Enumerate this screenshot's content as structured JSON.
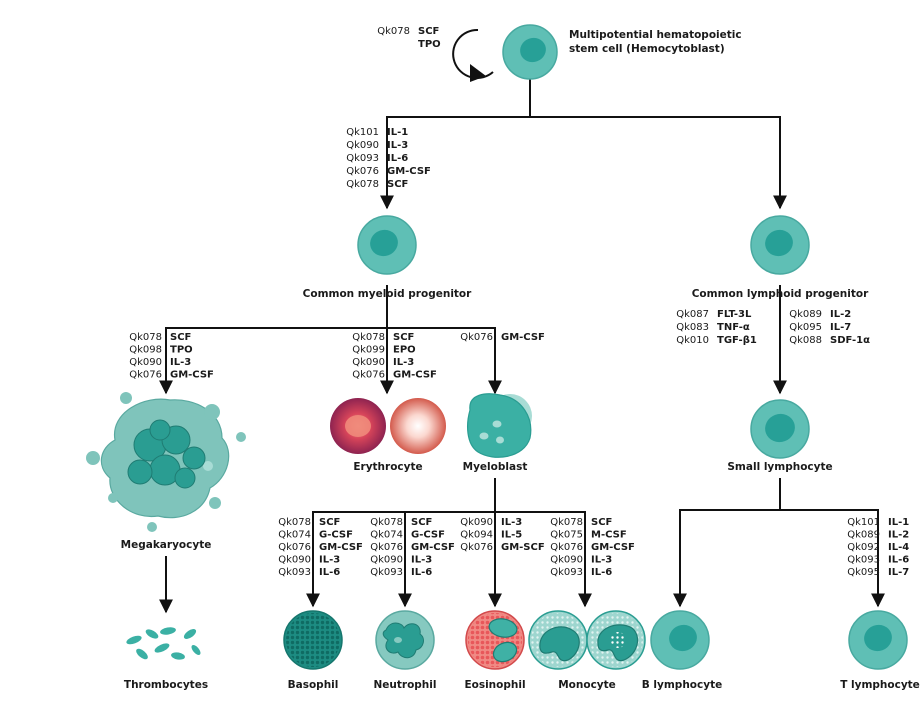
{
  "colors": {
    "cell_body": "#5fbfb5",
    "cell_nucleus": "#27a097",
    "cell_outline": "#48a9a0",
    "mega_body": "#7fc4bb",
    "mega_nucleus": "#2a9d92",
    "myeloblast_body": "#3bb0a4",
    "myeloblast_back": "#a8dcd5",
    "baso_body": "#1d8c82",
    "neutro_body": "#86c9c0",
    "eosino_body": "#3fb1a5",
    "eosino_granule": "#e8575a",
    "mono_body": "#9ed6cf",
    "mono_nucleus": "#2a9d92",
    "rbc_dark": "#b4345b",
    "rbc_light": "#e8816a",
    "line": "#111111"
  },
  "stem": {
    "title_line1": "Multipotential hematopoietic",
    "title_line2": "stem cell (Hemocytoblast)",
    "factors": [
      {
        "code": "Qk078",
        "name": "SCF"
      },
      {
        "code": "",
        "name": "TPO"
      }
    ]
  },
  "stem_to_myeloid_factors": [
    {
      "code": "Qk101",
      "name": "IL-1"
    },
    {
      "code": "Qk090",
      "name": "IL-3"
    },
    {
      "code": "Qk093",
      "name": "IL-6"
    },
    {
      "code": "Qk076",
      "name": "GM-CSF"
    },
    {
      "code": "Qk078",
      "name": "SCF"
    }
  ],
  "myeloid": {
    "label": "Common myeloid progenitor"
  },
  "lymphoid": {
    "label": "Common lymphoid progenitor",
    "factors_left": [
      {
        "code": "Qk087",
        "name": "FLT-3L"
      },
      {
        "code": "Qk083",
        "name": "TNF-α"
      },
      {
        "code": "Qk010",
        "name": "TGF-β1"
      }
    ],
    "factors_right": [
      {
        "code": "Qk089",
        "name": "IL-2"
      },
      {
        "code": "Qk095",
        "name": "IL-7"
      },
      {
        "code": "Qk088",
        "name": "SDF-1α"
      }
    ]
  },
  "mega_factors": [
    {
      "code": "Qk078",
      "name": "SCF"
    },
    {
      "code": "Qk098",
      "name": "TPO"
    },
    {
      "code": "Qk090",
      "name": "IL-3"
    },
    {
      "code": "Qk076",
      "name": "GM-CSF"
    }
  ],
  "ery_factors": [
    {
      "code": "Qk078",
      "name": "SCF"
    },
    {
      "code": "Qk099",
      "name": "EPO"
    },
    {
      "code": "Qk090",
      "name": "IL-3"
    },
    {
      "code": "Qk076",
      "name": "GM-CSF"
    }
  ],
  "myeloblast_factors": [
    {
      "code": "Qk076",
      "name": "GM-CSF"
    }
  ],
  "baso_factors": [
    {
      "code": "Qk078",
      "name": "SCF"
    },
    {
      "code": "Qk074",
      "name": "G-CSF"
    },
    {
      "code": "Qk076",
      "name": "GM-CSF"
    },
    {
      "code": "Qk090",
      "name": "IL-3"
    },
    {
      "code": "Qk093",
      "name": "IL-6"
    }
  ],
  "neutro_factors": [
    {
      "code": "Qk078",
      "name": "SCF"
    },
    {
      "code": "Qk074",
      "name": "G-CSF"
    },
    {
      "code": "Qk076",
      "name": "GM-CSF"
    },
    {
      "code": "Qk090",
      "name": "IL-3"
    },
    {
      "code": "Qk093",
      "name": "IL-6"
    }
  ],
  "eosino_factors": [
    {
      "code": "Qk090",
      "name": "IL-3"
    },
    {
      "code": "Qk094",
      "name": "IL-5"
    },
    {
      "code": "Qk076",
      "name": "GM-SCF"
    }
  ],
  "mono_factors": [
    {
      "code": "Qk078",
      "name": "SCF"
    },
    {
      "code": "Qk075",
      "name": "M-CSF"
    },
    {
      "code": "Qk076",
      "name": "GM-CSF"
    },
    {
      "code": "Qk090",
      "name": "IL-3"
    },
    {
      "code": "Qk093",
      "name": "IL-6"
    }
  ],
  "t_factors": [
    {
      "code": "Qk101",
      "name": "IL-1"
    },
    {
      "code": "Qk089",
      "name": "IL-2"
    },
    {
      "code": "Qk092",
      "name": "IL-4"
    },
    {
      "code": "Qk093",
      "name": "IL-6"
    },
    {
      "code": "Qk095",
      "name": "IL-7"
    }
  ],
  "labels": {
    "megakaryocyte": "Megakaryocyte",
    "thrombocytes": "Thrombocytes",
    "erythrocyte": "Erythrocyte",
    "myeloblast": "Myeloblast",
    "small_lymphocyte": "Small lymphocyte",
    "basophil": "Basophil",
    "neutrophil": "Neutrophil",
    "eosinophil": "Eosinophil",
    "monocyte": "Monocyte",
    "b_lymphocyte": "B lymphocyte",
    "t_lymphocyte": "T lymphocyte"
  }
}
